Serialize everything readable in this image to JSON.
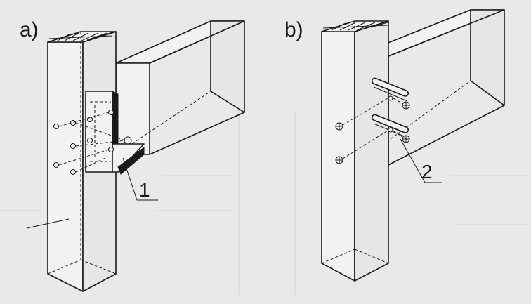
{
  "panels": [
    {
      "id": "a",
      "label": "a)",
      "callout": "1"
    },
    {
      "id": "b",
      "label": "b)",
      "callout": "2"
    }
  ]
}
